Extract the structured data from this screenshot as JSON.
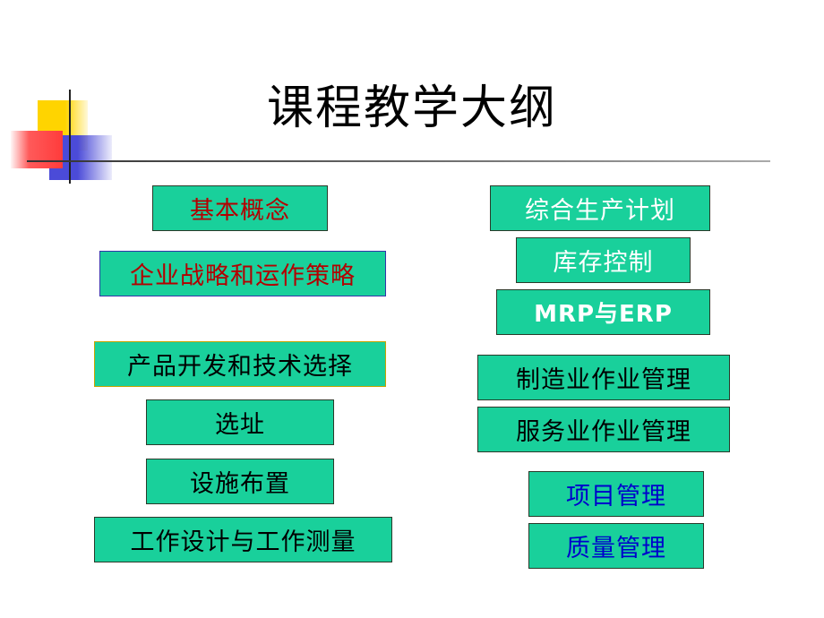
{
  "slide": {
    "title": "课程教学大纲",
    "left_items": [
      {
        "label": "基本概念"
      },
      {
        "label": "企业战略和运作策略"
      },
      {
        "label": "产品开发和技术选择"
      },
      {
        "label": "选址"
      },
      {
        "label": "设施布置"
      },
      {
        "label": "工作设计与工作测量"
      }
    ],
    "right_items": [
      {
        "label": "综合生产计划"
      },
      {
        "label": "库存控制"
      },
      {
        "label": "MRP与ERP"
      },
      {
        "label": "制造业作业管理"
      },
      {
        "label": "服务业作业管理"
      },
      {
        "label": "项目管理"
      },
      {
        "label": "质量管理"
      }
    ]
  },
  "colors": {
    "box_fill": "#19d09b",
    "text_red": "#b30000",
    "text_blue": "#0000cc",
    "text_white": "#ffffff"
  }
}
